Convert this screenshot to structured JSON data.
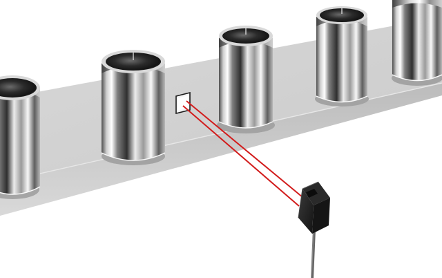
{
  "scene": {
    "type": "3d-illustration",
    "subject": "photoelectric-sensor-detecting-cans-on-conveyor",
    "colors": {
      "background": "#ffffff",
      "conveyor_top": "#d9d9d9",
      "conveyor_side": "#bdbdbd",
      "beam": "#d61f1f",
      "sensor_body": "#1f1f1f",
      "cable": "#5a5a5a",
      "reflector": "#f2f2f2"
    },
    "objects": {
      "cans_visible": 5,
      "beam_lines": 2,
      "sensor_count": 1,
      "reflector_count": 1
    }
  }
}
